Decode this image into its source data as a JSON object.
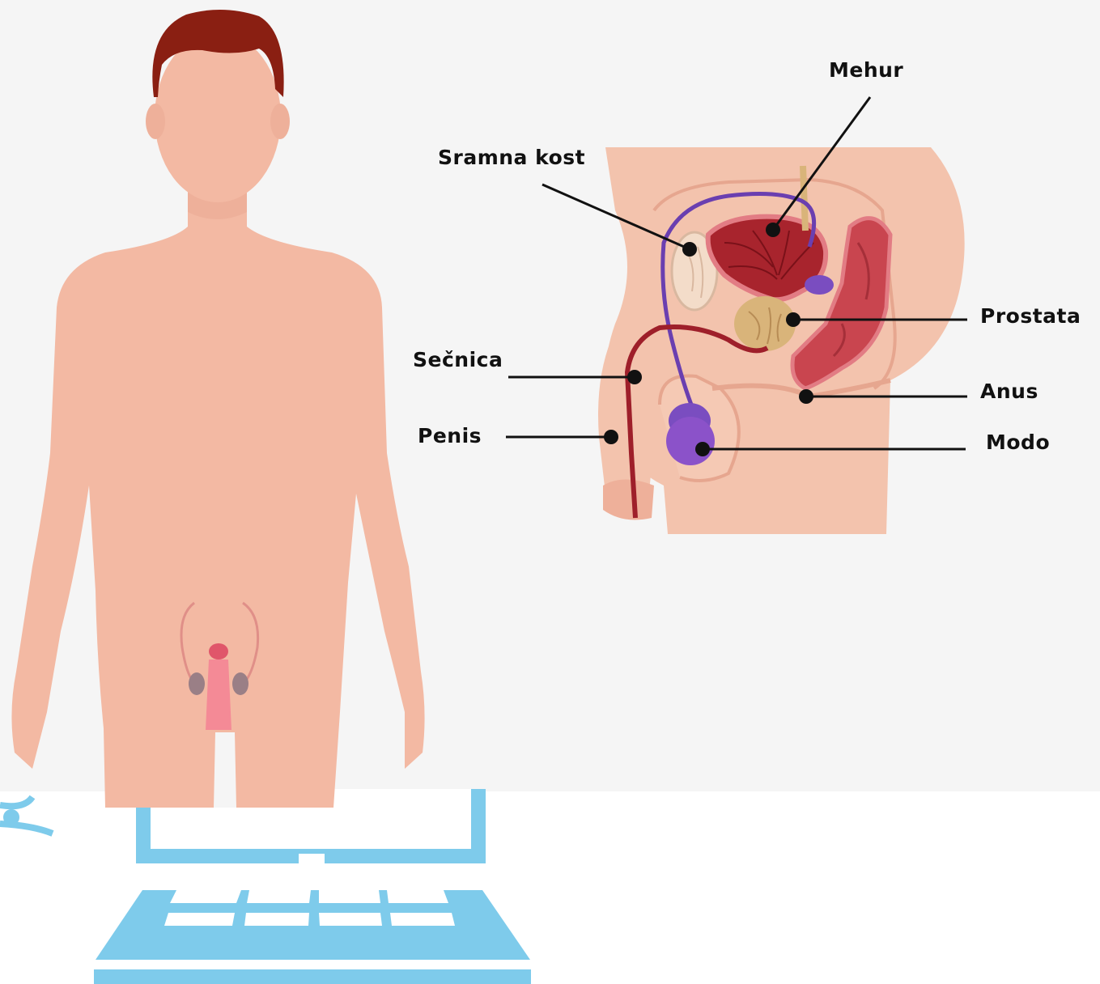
{
  "labels": {
    "mehur": "Mehur",
    "sramna_kost": "Sramna kost",
    "prostata": "Prostata",
    "secnica": "Sečnica",
    "anus": "Anus",
    "penis": "Penis",
    "modo": "Modo"
  },
  "colors": {
    "background_panel": "#f5f5f5",
    "skin": "#f3b9a3",
    "hair": "#8a1f12",
    "laptop": "#7ecbeb",
    "bladder": "#a8242d",
    "rectum": "#c9454f",
    "vas_deferens": "#6a3fb0",
    "testis": "#8b52c9",
    "prostate": "#d9b47a"
  }
}
